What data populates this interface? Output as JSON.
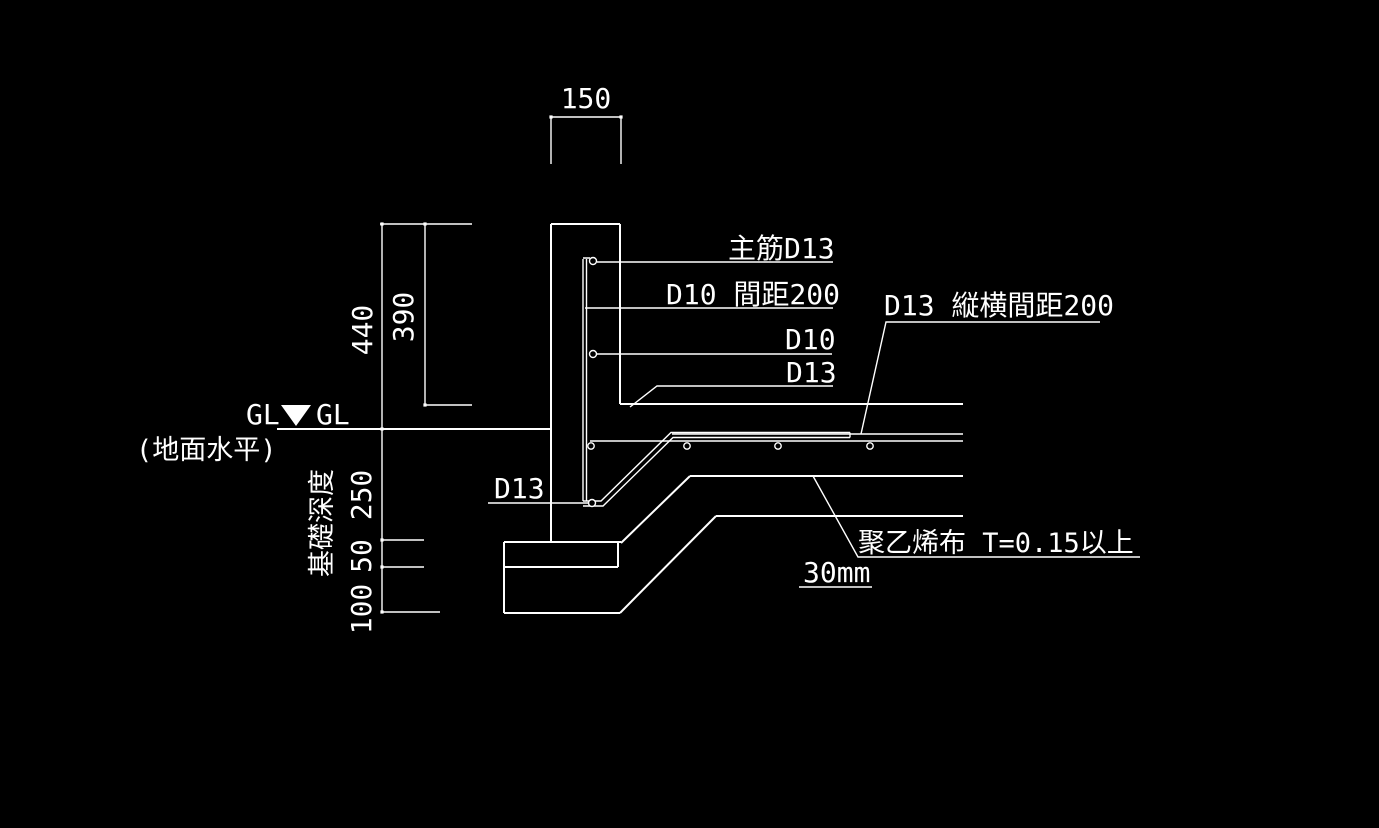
{
  "colors": {
    "background": "#000000",
    "line": "#ffffff"
  },
  "dimensions": {
    "wall_width": "150",
    "wall_outer_height": "440",
    "wall_inner_height": "390",
    "embedment_depth": "250",
    "lean_concrete_thickness": "50",
    "gravel_thickness": "100"
  },
  "labels": {
    "gl_left": "GL",
    "gl_right": "GL",
    "ground_level_note": "(地面水平)",
    "foundation_depth": "基礎深度",
    "main_bar": "主筋D13",
    "wall_bar_spacing": "D10 間距200",
    "d10_bar": "D10",
    "d13_upper_bar": "D13",
    "slab_mesh": "D13 縦横間距200",
    "poly_sheet": "聚乙烯布 T=0.15以上",
    "thickness_note": "30mm",
    "d13_lower_bar": "D13"
  }
}
